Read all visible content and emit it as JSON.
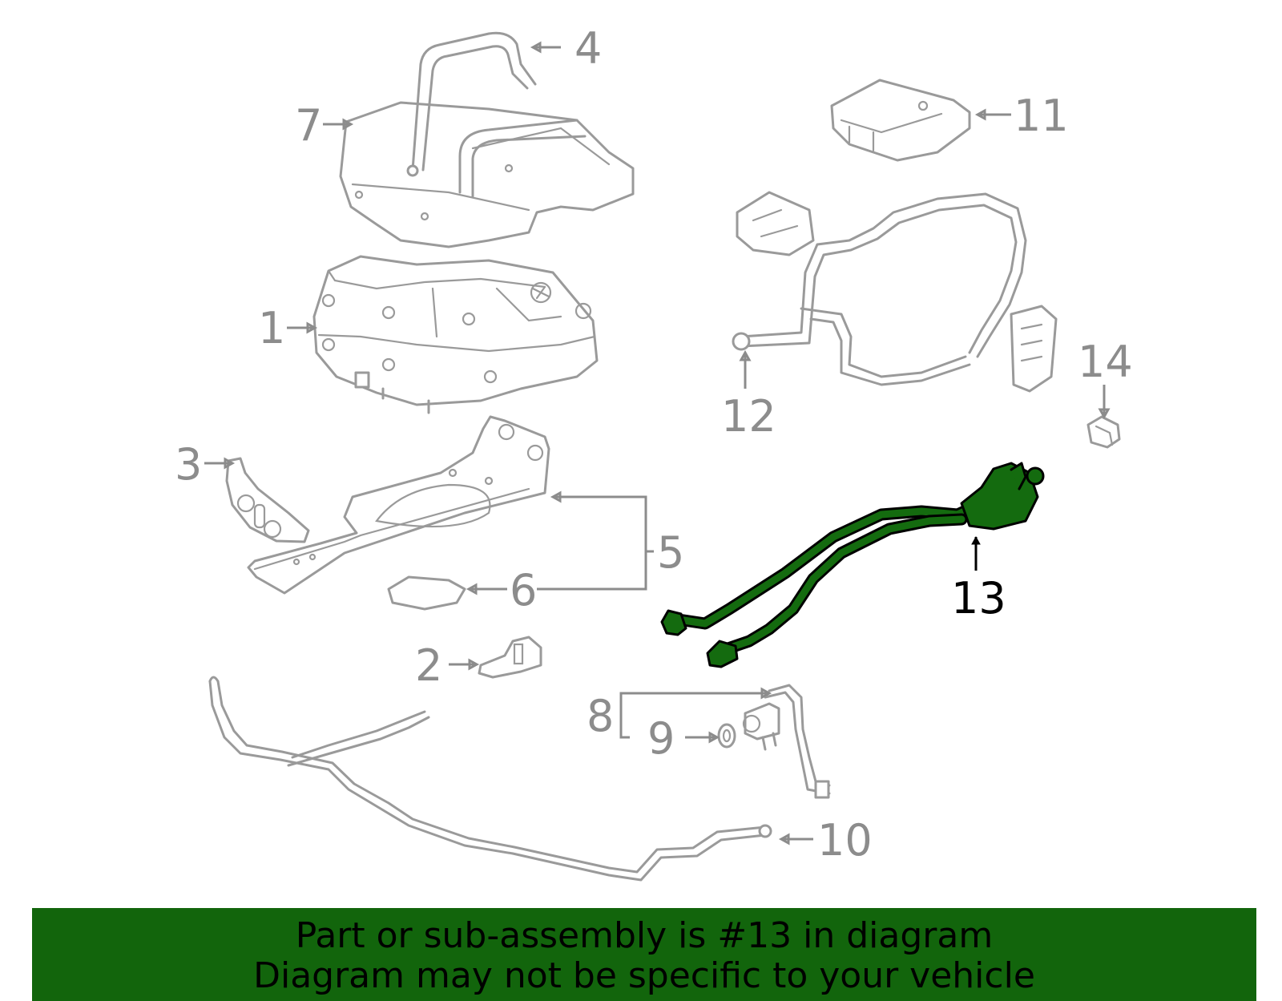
{
  "diagram": {
    "callouts": [
      "1",
      "2",
      "3",
      "4",
      "5",
      "6",
      "7",
      "8",
      "9",
      "10",
      "11",
      "12",
      "13",
      "14"
    ],
    "highlighted_callout": "13",
    "colors": {
      "highlight_fill": "#146b0f",
      "part_outline": "#9a9a9a",
      "label_gray": "#8c8c8c",
      "banner": "#12650c"
    }
  },
  "footer": {
    "line1": "Part or sub-assembly is #13 in diagram",
    "line2": "Diagram may not be specific to your vehicle"
  }
}
